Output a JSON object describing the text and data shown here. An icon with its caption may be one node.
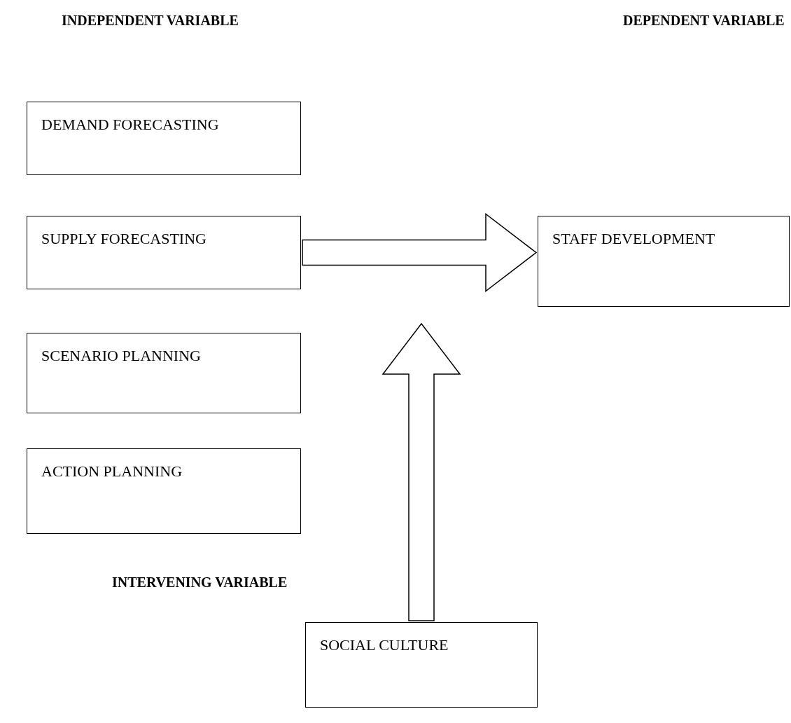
{
  "diagram": {
    "nodes": [
      {
        "text": [
          "DEMAND FORECASTING"
        ]
      },
      {
        "text": [
          "SUPPLY FORECASTING"
        ]
      },
      {
        "text": [
          "SCENARIO PLANNING"
        ]
      },
      {
        "text": [
          "ACTION PLANNING"
        ]
      },
      {
        "text": [
          "STAFF DEVELOPMENT"
        ]
      },
      {
        "text": [
          "SOCIAL CULTURE"
        ]
      }
    ],
    "edges": [
      {
        "from": 1,
        "to": 4,
        "arrow": "to"
      },
      {
        "from": 5,
        "to": null,
        "arrow": "to"
      }
    ],
    "labels": [
      "INDEPENDENT VARIABLE",
      "DEPENDENT VARIABLE",
      "INTERVENING VARIABLE"
    ]
  }
}
